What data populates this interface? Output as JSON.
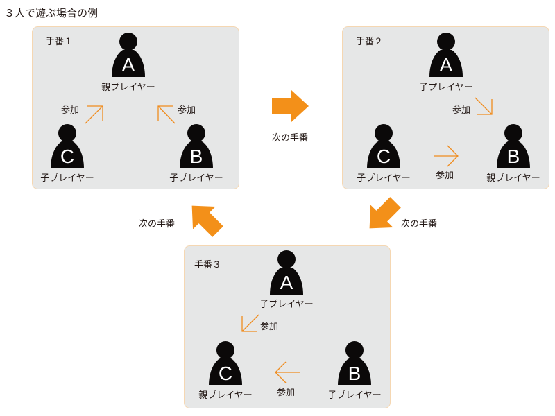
{
  "title": "３人で遊ぶ場合の例",
  "colors": {
    "accent": "#f39019",
    "panel": "#e6e7e7",
    "figure": "#0b0909"
  },
  "next_turn_label": "次の手番",
  "join_label": "参加",
  "panels": [
    {
      "title": "手番１",
      "players": {
        "A": "親プレイヤー",
        "B": "子プレイヤー",
        "C": "子プレイヤー"
      }
    },
    {
      "title": "手番２",
      "players": {
        "A": "子プレイヤー",
        "B": "親プレイヤー",
        "C": "子プレイヤー"
      }
    },
    {
      "title": "手番３",
      "players": {
        "A": "子プレイヤー",
        "B": "子プレイヤー",
        "C": "親プレイヤー"
      }
    }
  ],
  "letters": {
    "A": "A",
    "B": "B",
    "C": "C"
  }
}
